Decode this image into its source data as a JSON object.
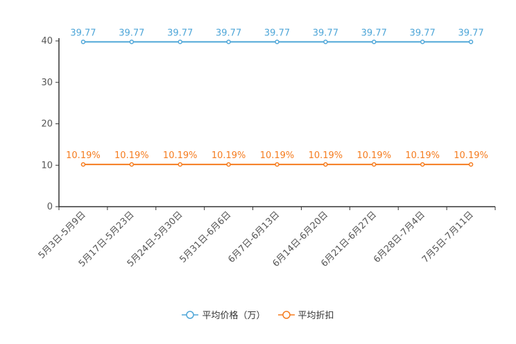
{
  "chart_data": {
    "type": "line",
    "categories": [
      "5月3日-5月9日",
      "5月17日-5月23日",
      "5月24日-5月30日",
      "5月31日-6月6日",
      "6月7日-6月13日",
      "6月14日-6月20日",
      "6月21日-6月27日",
      "6月28日-7月4日",
      "7月5日-7月11日"
    ],
    "ylim": [
      0,
      40
    ],
    "yticks": [
      0,
      10,
      20,
      30,
      40
    ],
    "series": [
      {
        "name": "平均价格（万）",
        "color": "#4ea6d8",
        "values": [
          39.77,
          39.77,
          39.77,
          39.77,
          39.77,
          39.77,
          39.77,
          39.77,
          39.77
        ],
        "labels": [
          "39.77",
          "39.77",
          "39.77",
          "39.77",
          "39.77",
          "39.77",
          "39.77",
          "39.77",
          "39.77"
        ]
      },
      {
        "name": "平均折扣",
        "color": "#f57c1f",
        "values": [
          10.19,
          10.19,
          10.19,
          10.19,
          10.19,
          10.19,
          10.19,
          10.19,
          10.19
        ],
        "labels": [
          "10.19%",
          "10.19%",
          "10.19%",
          "10.19%",
          "10.19%",
          "10.19%",
          "10.19%",
          "10.19%",
          "10.19%"
        ]
      }
    ],
    "legend_position": "bottom-center",
    "grid": false
  }
}
